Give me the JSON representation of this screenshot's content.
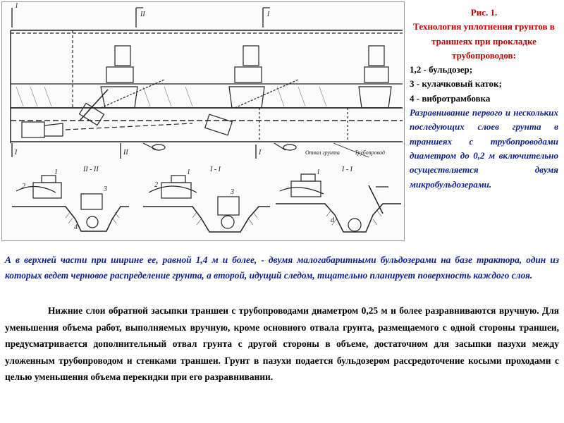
{
  "caption": {
    "title_lines": [
      "Рис. 1.",
      "Технология уплотнения грунтов в траншеях при прокладке трубопроводов:"
    ],
    "items": [
      "1,2 - бульдозер;",
      "3 - кулачковый каток;",
      "4 - вибротрамбовка"
    ],
    "note": "Разравнивание первого и нескольких последующих слоев грунта в траншеях с трубопроводами диаметром до 0,2 м включительно осуществляется двумя микробульдозерами."
  },
  "paragraphs": {
    "blue": "А в верхней части при ширине ее, равной 1,4 м и более, - двумя малогабаритными бульдозерами на базе трактора, один из которых ведет черновое распределение грунта, а второй, идущий следом, тщательно планирует поверхность каждого слоя.",
    "body": "Нижние слои обратной засыпки траншеи с трубопроводами диаметром 0,25 м и более разравниваются вручную. Для уменьшения объема работ, выполняемых вручную, кроме основного отвала грунта, размещаемого с одной стороны траншеи, предусматривается дополнительный отвал грунта с другой стороны в объеме, достаточном для засыпки пазухи между уложенным трубопроводом и стенками траншеи. Грунт в пазухи подается бульдозером рассредоточение косыми проходами с целью уменьшения объема перекидки при его разравнивании."
  },
  "figure": {
    "plan_labels": {
      "marker_1": "1",
      "marker_2": "II",
      "marker_3": "I",
      "marker_4": "I",
      "marker_5": "II",
      "marker_6": "I",
      "annot_1": "Отвал грунта",
      "annot_2": "Трубопровод"
    },
    "section_labels": [
      "II - II",
      "I - I",
      "I - I"
    ],
    "part_numbers": [
      "1",
      "2",
      "3",
      "4",
      "1",
      "2",
      "3",
      "1",
      "d"
    ]
  }
}
